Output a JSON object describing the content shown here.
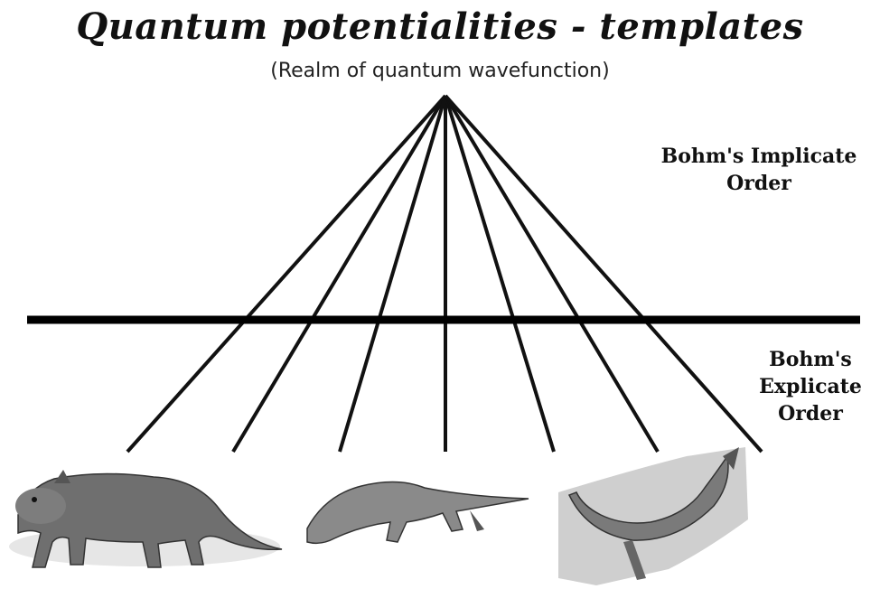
{
  "title": "Quantum potentialities - templates",
  "subtitle": "(Realm of quantum wavefunction)",
  "implicate_label": [
    "Bohm's Implicate",
    "Order"
  ],
  "explicate_label": [
    "Bohm's",
    "Explicate",
    "Order"
  ],
  "images": [
    {
      "name": "ancestor-mammal-image",
      "description_icon": "walking-mammal"
    },
    {
      "name": "early-whale-image",
      "description_icon": "swimming-proto-whale"
    },
    {
      "name": "whale-image",
      "description_icon": "diving-whale"
    }
  ]
}
